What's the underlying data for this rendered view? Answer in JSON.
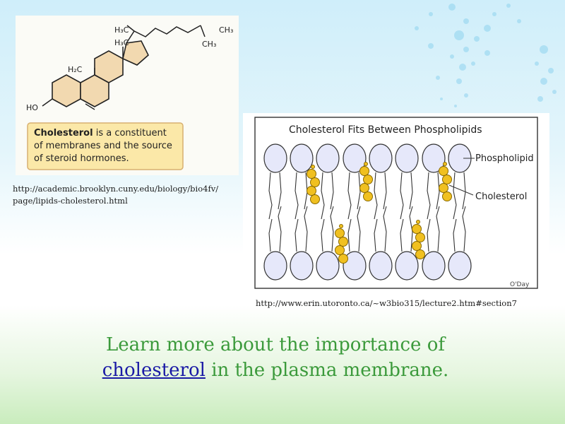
{
  "figure1": {
    "labels": {
      "methyl_top": "H₃C",
      "methyl_mid": "H₃C",
      "ch3_right": "CH₃",
      "ch3_bottom": "CH₃",
      "h2c": "H₂C",
      "ho": "HO"
    },
    "caption_bold": "Cholesterol",
    "caption_rest_1": " is a constituent",
    "caption_rest_2": "of membranes and the source",
    "caption_rest_3": "of steroid hormones.",
    "source_url_1": "http://academic.brooklyn.cuny.edu/biology/bio4fv/",
    "source_url_2": "page/lipids-cholesterol.html"
  },
  "figure2": {
    "title": "Cholesterol Fits Between Phospholipids",
    "label_phospholipid": "Phospholipid",
    "label_cholesterol": "Cholesterol",
    "credit": "O'Day",
    "source_url": "http://www.erin.utoronto.ca/~w3bio315/lecture2.htm#section7"
  },
  "main": {
    "line1": "Learn more about the importance of",
    "link_text": "cholesterol",
    "line2_rest": " in the plasma membrane."
  },
  "colors": {
    "text_green": "#3b9a3b",
    "link_blue": "#1a1aa6",
    "ring_fill": "#f2d9b0",
    "note_fill": "#fbe8a8",
    "cholesterol_yellow": "#f0c020"
  }
}
